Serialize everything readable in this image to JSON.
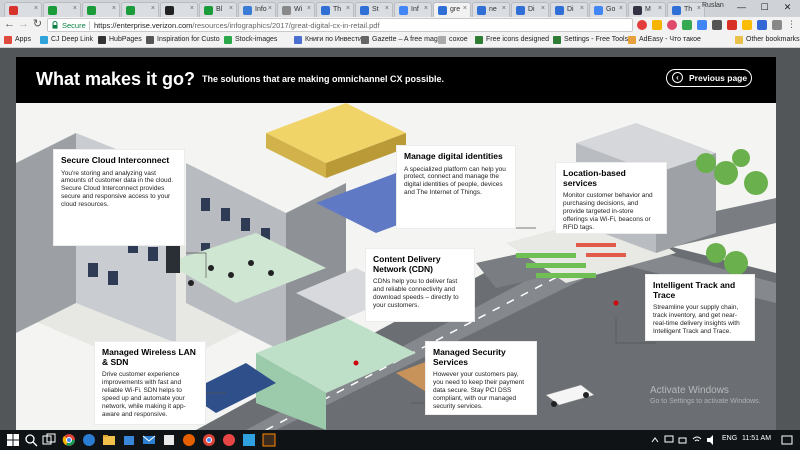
{
  "tabs": [
    {
      "label": "",
      "favicon": "redbox-icon",
      "color": "#d8322d"
    },
    {
      "label": "",
      "favicon": "green-box-icon",
      "color": "#1a9c3a"
    },
    {
      "label": "",
      "favicon": "green-box-icon",
      "color": "#1a9c3a"
    },
    {
      "label": "",
      "favicon": "green-box-icon",
      "color": "#1a9c3a"
    },
    {
      "label": "",
      "favicon": "black-box-icon",
      "color": "#222222"
    },
    {
      "label": "Bl",
      "favicon": "green-box-icon",
      "color": "#1a9c3a"
    },
    {
      "label": "Info",
      "favicon": "blue-diamond-icon",
      "color": "#3a7bd5"
    },
    {
      "label": "Wi",
      "favicon": "w-icon",
      "color": "#888888"
    },
    {
      "label": "Th",
      "favicon": "doc-icon",
      "color": "#2f6fd6"
    },
    {
      "label": "St",
      "favicon": "doc-icon",
      "color": "#2f6fd6"
    },
    {
      "label": "Inf",
      "favicon": "google-icon",
      "color": "#4285f4"
    },
    {
      "label": "gre",
      "favicon": "doc-icon",
      "color": "#2f6fd6"
    },
    {
      "label": "ne",
      "favicon": "doc-icon",
      "color": "#2f6fd6"
    },
    {
      "label": "Di",
      "favicon": "doc-icon",
      "color": "#2f6fd6"
    },
    {
      "label": "Di",
      "favicon": "doc-icon",
      "color": "#2f6fd6"
    },
    {
      "label": "Go",
      "favicon": "google-icon",
      "color": "#4285f4"
    },
    {
      "label": "M",
      "favicon": "m-icon",
      "color": "#334"
    },
    {
      "label": "Th",
      "favicon": "doc-icon",
      "color": "#2f6fd6"
    }
  ],
  "window": {
    "user": "Ruslan",
    "minimize": "—",
    "maximize": "☐",
    "close": "✕"
  },
  "address": {
    "secure_label": "Secure",
    "url_host": "https://enterprise.verizon.com",
    "url_path": "/resources/infographics/2017/great-digital-cx-in-retail.pdf"
  },
  "bookmarks": [
    {
      "label": "Apps",
      "icon": "apps-icon",
      "color": "#e04a3c"
    },
    {
      "label": "CJ Deep Link",
      "icon": "cj-icon",
      "color": "#2ea3d9"
    },
    {
      "label": "HubPages",
      "icon": "hubpages-icon",
      "color": "#333333"
    },
    {
      "label": "Inspiration for Custo",
      "icon": "bookmark-icon",
      "color": "#555555"
    },
    {
      "label": "Stock-images",
      "icon": "stock-icon",
      "color": "#2aa84a"
    },
    {
      "label": "Книги по Инвестиц",
      "icon": "doc-icon",
      "color": "#4a6fd0"
    },
    {
      "label": "Gazette – A free mag",
      "icon": "gazette-icon",
      "color": "#666666"
    },
    {
      "label": "сохое",
      "icon": "doc-icon",
      "color": "#aaaaaa"
    },
    {
      "label": "Free icons designed",
      "icon": "flag-icon",
      "color": "#2e7d32"
    },
    {
      "label": "Settings - Free Tools",
      "icon": "flag-icon",
      "color": "#2e7d32"
    },
    {
      "label": "AdEasy - Что такое",
      "icon": "adeasy-icon",
      "color": "#e8a13a"
    },
    {
      "label": "Other bookmarks",
      "icon": "folder-icon",
      "color": "#e8c04a"
    }
  ],
  "pdf": {
    "title": "What makes it go?",
    "subtitle": "The solutions that are making omnichannel CX possible.",
    "prev_button": "Previous page",
    "callouts": {
      "cloud": {
        "title": "Secure Cloud Interconnect",
        "text": "You're storing and analyzing vast amounts of customer data in the cloud. Secure Cloud Interconnect provides secure and responsive access to your cloud resources."
      },
      "identity": {
        "title": "Manage digital identities",
        "text": "A specialized platform can help you protect, connect and manage the digital identities of people, devices and The Internet of Things."
      },
      "location": {
        "title": "Location-based services",
        "text": "Monitor customer behavior and purchasing decisions, and provide targeted in-store offerings via Wi-Fi, beacons or RFID tags."
      },
      "cdn": {
        "title": "Content Delivery Network (CDN)",
        "text": "CDNs help you to deliver fast and reliable connectivity and download speeds – directly to your customers."
      },
      "track": {
        "title": "Intelligent Track and Trace",
        "text": "Streamline your supply chain, track inventory, and get near-real-time delivery insights with Intelligent Track and Trace."
      },
      "wireless": {
        "title": "Managed Wireless LAN & SDN",
        "text": "Drive customer experience improvements with fast and reliable Wi-Fi. SDN helps to speed up and automate your network, while making it app-aware and responsive."
      },
      "security": {
        "title": "Managed Security Services",
        "text": "However your customers pay, you need to keep their payment data secure. Stay PCI DSS compliant, with our managed security services."
      }
    }
  },
  "watermark": {
    "line1": "Activate Windows",
    "line2": "Go to Settings to activate Windows."
  },
  "taskbar": {
    "lang": "ENG",
    "time": "11:51 AM"
  },
  "colors": {
    "accent_red": "#cd040b",
    "brand_black": "#000000",
    "secure_green": "#0b8043"
  }
}
